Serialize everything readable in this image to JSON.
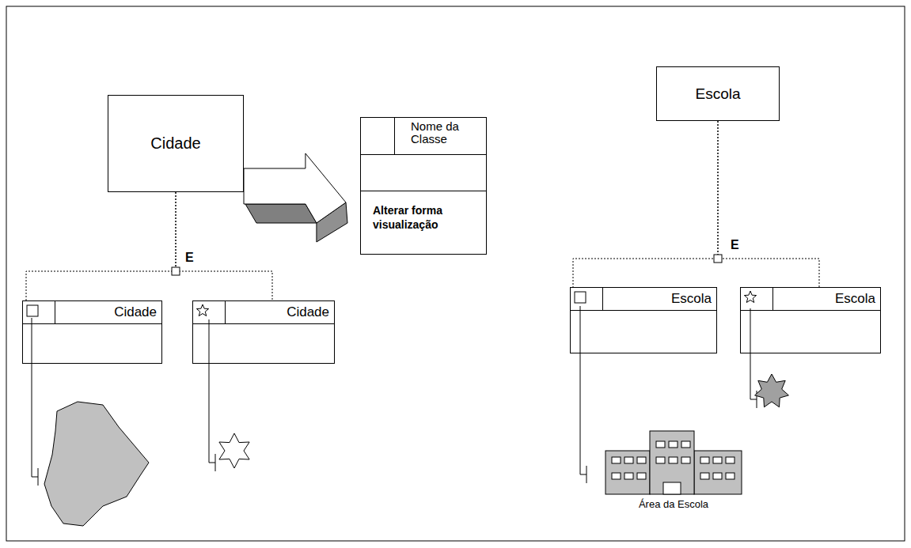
{
  "diagram": {
    "nodes": [
      {
        "text": [
          "Cidade"
        ]
      },
      {
        "text": [
          "Nome da Classe",
          "Alterar forma visualização"
        ]
      },
      {
        "text": [
          "Escola"
        ]
      },
      {
        "text": [
          "Cidade"
        ]
      },
      {
        "text": [
          "Cidade"
        ]
      },
      {
        "text": [
          "Escola"
        ]
      },
      {
        "text": [
          "Escola"
        ]
      }
    ],
    "edges": [
      {
        "from": 0,
        "to": 1,
        "arrow": "to"
      },
      {
        "from": 0,
        "to": 3,
        "arrow": "none"
      },
      {
        "from": 0,
        "to": 4,
        "arrow": "none"
      },
      {
        "from": 2,
        "to": 5,
        "arrow": "none"
      },
      {
        "from": 2,
        "to": 6,
        "arrow": "none"
      }
    ],
    "labels": [
      "E",
      "E",
      "Área da Escola"
    ]
  }
}
